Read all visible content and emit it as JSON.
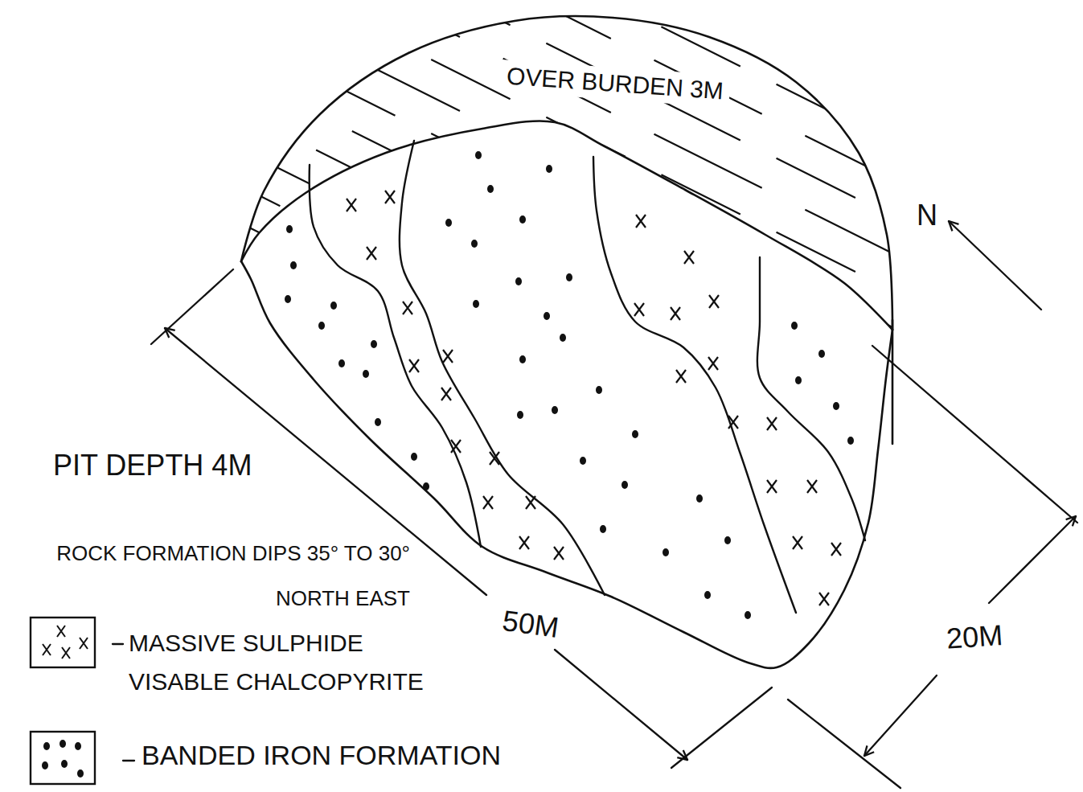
{
  "diagram": {
    "labels": [
      "OVER BURDEN 3M",
      "N",
      "PIT DEPTH 4M",
      "ROCK FORMATION DIPS 35° TO 30° NORTH EAST",
      "50M",
      "20M"
    ],
    "legend": [
      {
        "text": "MASSIVE SULPHIDE VISABLE CHALCOPYRITE"
      },
      {
        "text": "BANDED IRON FORMATION"
      }
    ]
  }
}
